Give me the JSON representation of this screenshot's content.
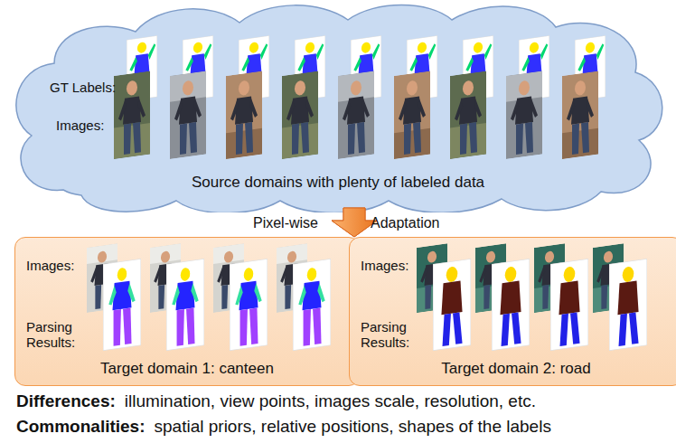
{
  "diagram": {
    "nodes": [
      {
        "text": [
          "GT Labels:",
          "Images:",
          "Source domains with plenty of labeled data"
        ]
      },
      {
        "text": [
          "Images:",
          "Parsing Results:",
          "Target domain 1: canteen"
        ]
      },
      {
        "text": [
          "Images:",
          "Parsing Results:",
          "Target domain 2: road"
        ]
      }
    ],
    "edges": [
      {
        "from": 0,
        "to": 1,
        "arrow": "to"
      },
      {
        "from": 0,
        "to": 2,
        "arrow": "to"
      }
    ],
    "labels": [
      "Pixel-wise",
      "Adaptation",
      "Differences:",
      "illumination, view points, images scale, resolution, etc.",
      "Commonalities:",
      "spatial priors, relative positions, shapes of the labels"
    ]
  }
}
